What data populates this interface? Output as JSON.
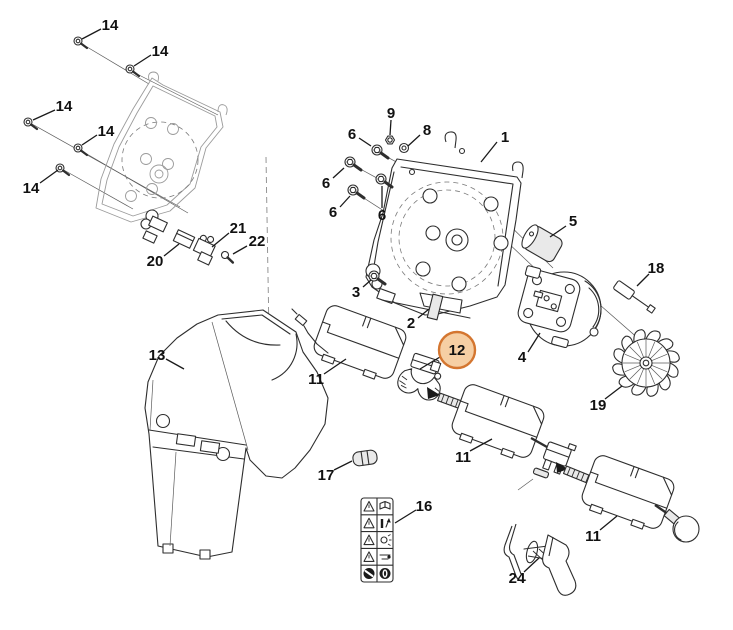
{
  "diagram": {
    "type": "exploded-parts-diagram",
    "background": "#ffffff"
  },
  "colors": {
    "line": "#2e2e2e",
    "ghost_line": "#9b9b9b",
    "label_text": "#111111",
    "highlight_fill": "#f6cfa4",
    "highlight_stroke": "#d47630"
  },
  "highlighted_callout": "12",
  "callouts": [
    {
      "num": "14"
    },
    {
      "num": "14"
    },
    {
      "num": "14"
    },
    {
      "num": "14"
    },
    {
      "num": "14"
    },
    {
      "num": "20"
    },
    {
      "num": "21"
    },
    {
      "num": "22"
    },
    {
      "num": "6"
    },
    {
      "num": "9"
    },
    {
      "num": "8"
    },
    {
      "num": "6"
    },
    {
      "num": "6"
    },
    {
      "num": "6"
    },
    {
      "num": "1"
    },
    {
      "num": "5"
    },
    {
      "num": "18"
    },
    {
      "num": "3"
    },
    {
      "num": "2"
    },
    {
      "num": "4"
    },
    {
      "num": "19"
    },
    {
      "num": "13"
    },
    {
      "num": "11"
    },
    {
      "num": "12"
    },
    {
      "num": "17"
    },
    {
      "num": "11"
    },
    {
      "num": "16"
    },
    {
      "num": "11"
    },
    {
      "num": "24"
    }
  ],
  "safety_label": {
    "rows": [
      [
        "warning-triangle-icon",
        "read-manual-icon"
      ],
      [
        "warning-triangle-icon",
        "wait-stop-icon"
      ],
      [
        "warning-triangle-icon",
        "flying-debris-icon"
      ],
      [
        "warning-triangle-icon",
        "rotating-tool-icon"
      ],
      [
        "prohibition-icon",
        "mandatory-icon"
      ]
    ]
  }
}
